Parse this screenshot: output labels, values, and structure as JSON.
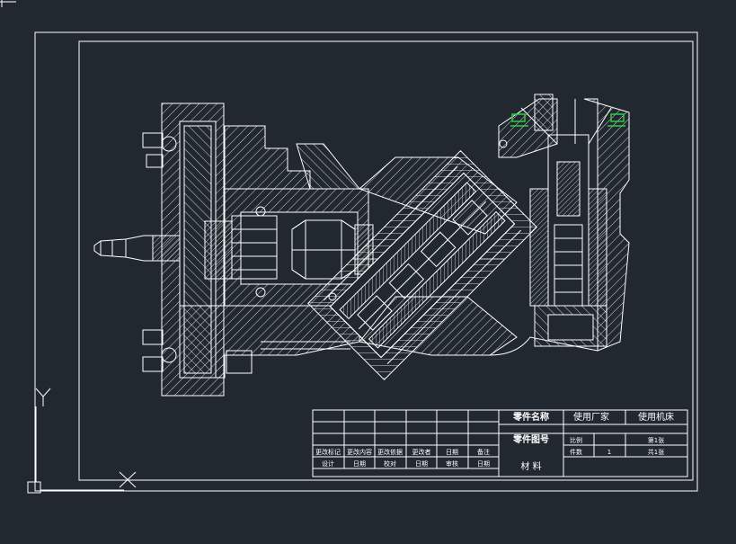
{
  "colors": {
    "background": "#212830",
    "line": "#ffffff",
    "accent_green": "#2ecc40"
  },
  "title_block": {
    "part_name_label": "零件名称",
    "user_factory_label": "使用厂家",
    "user_machine_label": "使用机床",
    "part_drawing_no_label": "零件图号",
    "scale_label": "比例",
    "sheet_no_label": "第1张",
    "quantity_label": "件数",
    "quantity_value": "1",
    "total_sheets_label": "共1张",
    "material_label": "材 料",
    "revision_headers": [
      "更改标记",
      "更改内容",
      "更改依据",
      "更改者",
      "日期",
      "备注"
    ],
    "sign_headers": [
      "设计",
      "日期",
      "校对",
      "日期",
      "审核",
      "日期"
    ]
  },
  "ucs_icon": {
    "y_label": "Y"
  }
}
